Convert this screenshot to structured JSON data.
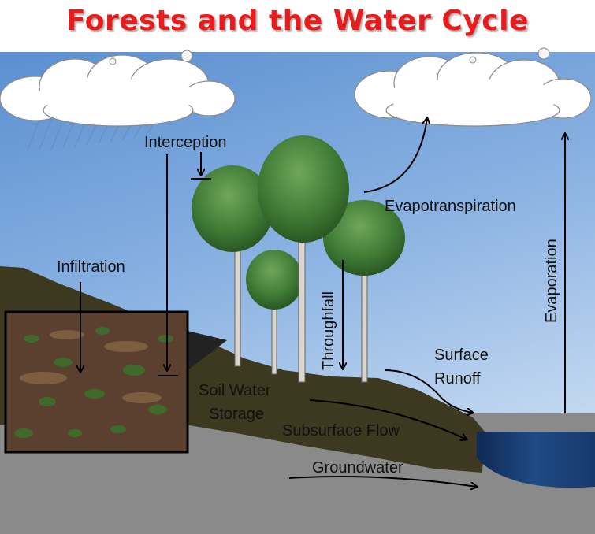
{
  "title": "Forests and the Water Cycle",
  "labels": {
    "interception": "Interception",
    "evapotranspiration": "Evapotranspiration",
    "infiltration": "Infiltration",
    "throughfall": "Throughfall",
    "evaporation": "Evaporation",
    "surface_runoff_line1": "Surface",
    "surface_runoff_line2": "Runoff",
    "soil_water_line1": "Soil Water",
    "soil_water_line2": "Storage",
    "subsurface_flow": "Subsurface Flow",
    "groundwater": "Groundwater"
  },
  "colors": {
    "title": "#e81c1c",
    "sky_top": "#5a8fd0",
    "sky_bottom": "#c6daf1",
    "soil": "#3d3820",
    "bedrock": "#8a8a8a",
    "lake": "#1a3c70",
    "foliage": "#3f7a35",
    "cloud": "#ffffff"
  }
}
